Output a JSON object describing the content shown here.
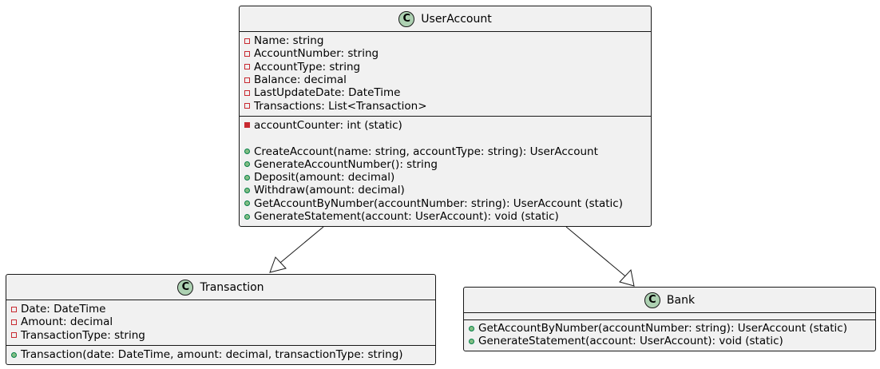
{
  "classes": {
    "user_account": {
      "badge": "C",
      "name": "UserAccount",
      "fields": [
        {
          "vis": "private",
          "text": "Name: string"
        },
        {
          "vis": "private",
          "text": "AccountNumber: string"
        },
        {
          "vis": "private",
          "text": "AccountType: string"
        },
        {
          "vis": "private",
          "text": "Balance: decimal"
        },
        {
          "vis": "private",
          "text": "LastUpdateDate: DateTime"
        },
        {
          "vis": "private",
          "text": "Transactions: List<Transaction>"
        }
      ],
      "static_fields": [
        {
          "vis": "private-static",
          "text": "accountCounter: int (static)"
        }
      ],
      "methods": [
        {
          "vis": "public",
          "text": "CreateAccount(name: string, accountType: string): UserAccount"
        },
        {
          "vis": "public",
          "text": "GenerateAccountNumber(): string"
        },
        {
          "vis": "public",
          "text": "Deposit(amount: decimal)"
        },
        {
          "vis": "public",
          "text": "Withdraw(amount: decimal)"
        },
        {
          "vis": "public",
          "text": "GetAccountByNumber(accountNumber: string): UserAccount (static)"
        },
        {
          "vis": "public",
          "text": "GenerateStatement(account: UserAccount): void (static)"
        }
      ]
    },
    "transaction": {
      "badge": "C",
      "name": "Transaction",
      "fields": [
        {
          "vis": "private",
          "text": "Date: DateTime"
        },
        {
          "vis": "private",
          "text": "Amount: decimal"
        },
        {
          "vis": "private",
          "text": "TransactionType: string"
        }
      ],
      "methods": [
        {
          "vis": "public",
          "text": "Transaction(date: DateTime, amount: decimal, transactionType: string)"
        }
      ]
    },
    "bank": {
      "badge": "C",
      "name": "Bank",
      "fields": [],
      "methods": [
        {
          "vis": "public",
          "text": "GetAccountByNumber(accountNumber: string): UserAccount (static)"
        },
        {
          "vis": "public",
          "text": "GenerateStatement(account: UserAccount): void (static)"
        }
      ]
    }
  },
  "relations": [
    {
      "from": "user_account",
      "to": "transaction",
      "type": "generalization"
    },
    {
      "from": "user_account",
      "to": "bank",
      "type": "generalization"
    }
  ],
  "colors": {
    "class_fill": "#f1f1f1",
    "border": "#181818",
    "badge_fill": "#add1b2",
    "private_marker": "#c82930",
    "public_marker_fill": "#84be84",
    "public_marker_border": "#038048"
  }
}
